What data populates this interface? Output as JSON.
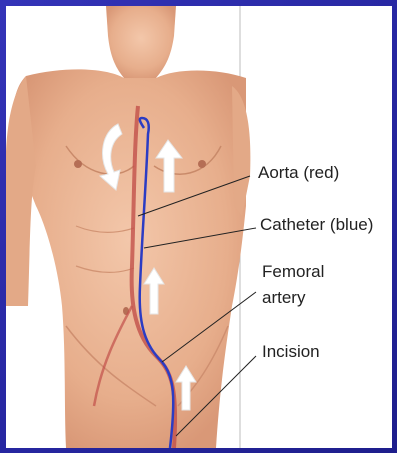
{
  "figure": {
    "labels": {
      "aorta": "Aorta (red)",
      "catheter": "Catheter (blue)",
      "femoral_line1": "Femoral",
      "femoral_line2": "artery",
      "incision": "Incision"
    },
    "colors": {
      "background": "#2a2aa0",
      "skin": "#e9b393",
      "artery": "#c2504a",
      "catheter": "#2b3cc4",
      "arrow": "#ffffff"
    }
  }
}
